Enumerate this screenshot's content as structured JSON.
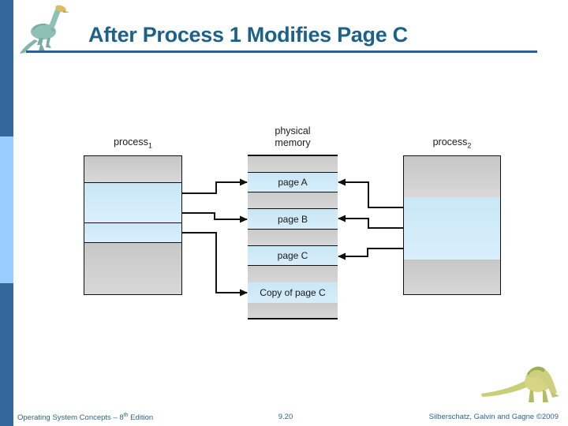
{
  "slide": {
    "title": "After Process 1 Modifies Page C",
    "page_number": "9.20",
    "footer": {
      "book_prefix": "Operating System Concepts – 8",
      "book_sup": "th",
      "book_suffix": " Edition",
      "credit": "Silberschatz, Galvin and Gagne ©2009"
    }
  },
  "diagram": {
    "left_process": {
      "name": "process",
      "sub": "1"
    },
    "right_process": {
      "name": "process",
      "sub": "2"
    },
    "memory_label": {
      "line1": "physical",
      "line2": "memory"
    },
    "cells": {
      "page_a": "page A",
      "page_b": "page B",
      "page_c": "page C",
      "copy_page_c": "Copy of page C"
    }
  },
  "icons": {
    "header_logo": "dinosaur-logo-icon",
    "footer_mascot": "dinosaur-mascot-icon"
  },
  "colors": {
    "title": "#1d6189",
    "rule": "#2e5f92",
    "sidebar_dark": "#35689a",
    "sidebar_light": "#99ccff",
    "cell_gray": "#cecece",
    "cell_blue": "#cfe9f7",
    "arrow": "#111111",
    "footer_text": "#2e6687"
  }
}
